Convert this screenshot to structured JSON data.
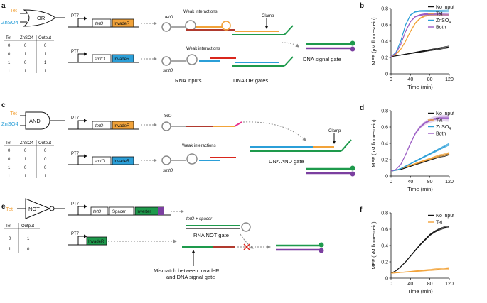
{
  "colors": {
    "orange": "#f2a33a",
    "blue": "#2b9fd8",
    "green": "#1e9a4c",
    "purple": "#7b3fa0",
    "pink": "#e8308a",
    "red": "#d9261c",
    "gray": "#8a8a8a",
    "black": "#111111"
  },
  "panels": {
    "a": {
      "letter": "a",
      "input1": "Tet",
      "input2": "ZnSO4",
      "gate": "OR",
      "promoter": "PT7",
      "operator1": "tetO",
      "operator2": "smtO",
      "part": "InvadeR",
      "rna_tetO": "tetO",
      "rna_smtO": "smtO",
      "weak1": "Weak interactions",
      "weak2": "Weak interactions",
      "clamp": "Clamp",
      "rna_inputs": "RNA inputs",
      "dna_or_gates": "DNA OR gates",
      "dna_signal_gate": "DNA signal gate",
      "truth_table": {
        "headers": [
          "Tet",
          "ZnSO4",
          "Output"
        ],
        "rows": [
          [
            "0",
            "0",
            "0"
          ],
          [
            "0",
            "1",
            "1"
          ],
          [
            "1",
            "0",
            "1"
          ],
          [
            "1",
            "1",
            "1"
          ]
        ]
      }
    },
    "c": {
      "letter": "c",
      "input1": "Tet",
      "input2": "ZnSO4",
      "gate": "AND",
      "promoter": "PT7",
      "operator1": "tetO",
      "operator2": "smtO",
      "part": "InvadeR",
      "rna_tetO": "tetO",
      "rna_smtO": "smtO",
      "weak": "Weak interactions",
      "clamp": "Clamp",
      "dna_and_gate": "DNA AND gate",
      "truth_table": {
        "headers": [
          "Tet",
          "ZnSO4",
          "Output"
        ],
        "rows": [
          [
            "0",
            "0",
            "0"
          ],
          [
            "0",
            "1",
            "0"
          ],
          [
            "1",
            "0",
            "0"
          ],
          [
            "1",
            "1",
            "1"
          ]
        ]
      }
    },
    "e": {
      "letter": "e",
      "input1": "Tet",
      "gate": "NOT",
      "promoter": "PT7",
      "operator1": "tetO",
      "spacer": "Spacer",
      "inverter": "Inverter",
      "part": "InvadeR",
      "rna_label": "tetO + spacer",
      "rna_not_gate": "RNA NOT gate",
      "mismatch_line1": "Mismatch between InvadeR",
      "mismatch_line2": "and DNA signal gate",
      "truth_table": {
        "headers": [
          "Tet",
          "Output"
        ],
        "rows": [
          [
            "0",
            "1"
          ],
          [
            "1",
            "0"
          ]
        ]
      }
    }
  },
  "chart_data": [
    {
      "panel": "b",
      "type": "line",
      "xlabel": "Time (min)",
      "ylabel": "MEF (μM fluorescein)",
      "xlim": [
        0,
        120
      ],
      "ylim": [
        0,
        0.8
      ],
      "xticks": [
        "0",
        "40",
        "80",
        "120"
      ],
      "yticks": [
        "0",
        "0.2",
        "0.4",
        "0.6",
        "0.8"
      ],
      "legend": [
        "No input",
        "Tet",
        "ZnSO4",
        "Both"
      ],
      "legend_position": "right",
      "series": [
        {
          "name": "No input",
          "color": "#111111",
          "x": [
            0,
            10,
            20,
            30,
            40,
            50,
            60,
            70,
            80,
            90,
            100,
            110,
            120
          ],
          "y": [
            0.21,
            0.22,
            0.23,
            0.24,
            0.25,
            0.26,
            0.27,
            0.28,
            0.29,
            0.3,
            0.31,
            0.32,
            0.33
          ]
        },
        {
          "name": "Tet",
          "color": "#f2a33a",
          "x": [
            0,
            10,
            20,
            30,
            40,
            50,
            60,
            70,
            80,
            90,
            100,
            110,
            120
          ],
          "y": [
            0.21,
            0.24,
            0.3,
            0.4,
            0.52,
            0.62,
            0.68,
            0.71,
            0.72,
            0.72,
            0.72,
            0.72,
            0.72
          ]
        },
        {
          "name": "ZnSO4",
          "color": "#2b9fd8",
          "x": [
            0,
            10,
            20,
            30,
            40,
            50,
            60,
            70,
            80,
            90,
            100,
            110,
            120
          ],
          "y": [
            0.21,
            0.26,
            0.4,
            0.6,
            0.72,
            0.76,
            0.77,
            0.77,
            0.77,
            0.77,
            0.77,
            0.77,
            0.77
          ]
        },
        {
          "name": "Both",
          "color": "#9b5cc4",
          "x": [
            0,
            10,
            20,
            30,
            40,
            50,
            60,
            70,
            80,
            90,
            100,
            110,
            120
          ],
          "y": [
            0.21,
            0.25,
            0.36,
            0.52,
            0.64,
            0.7,
            0.72,
            0.73,
            0.73,
            0.73,
            0.73,
            0.73,
            0.73
          ]
        }
      ]
    },
    {
      "panel": "d",
      "type": "line",
      "xlabel": "Time (min)",
      "ylabel": "MEF (μM fluorescein)",
      "xlim": [
        0,
        120
      ],
      "ylim": [
        0,
        0.8
      ],
      "xticks": [
        "0",
        "40",
        "80",
        "120"
      ],
      "yticks": [
        "0",
        "0.2",
        "0.4",
        "0.6",
        "0.8"
      ],
      "legend": [
        "No input",
        "Tet",
        "ZnSO4",
        "Both"
      ],
      "legend_position": "right",
      "series": [
        {
          "name": "No input",
          "color": "#111111",
          "x": [
            0,
            10,
            20,
            30,
            40,
            50,
            60,
            70,
            80,
            90,
            100,
            110,
            120
          ],
          "y": [
            0.06,
            0.07,
            0.08,
            0.1,
            0.12,
            0.14,
            0.16,
            0.18,
            0.2,
            0.22,
            0.24,
            0.25,
            0.27
          ]
        },
        {
          "name": "Tet",
          "color": "#f2a33a",
          "x": [
            0,
            10,
            20,
            30,
            40,
            50,
            60,
            70,
            80,
            90,
            100,
            110,
            120
          ],
          "y": [
            0.06,
            0.07,
            0.09,
            0.11,
            0.13,
            0.15,
            0.17,
            0.19,
            0.21,
            0.23,
            0.25,
            0.26,
            0.28
          ]
        },
        {
          "name": "ZnSO4",
          "color": "#2b9fd8",
          "x": [
            0,
            10,
            20,
            30,
            40,
            50,
            60,
            70,
            80,
            90,
            100,
            110,
            120
          ],
          "y": [
            0.06,
            0.07,
            0.09,
            0.12,
            0.15,
            0.18,
            0.21,
            0.24,
            0.27,
            0.3,
            0.33,
            0.36,
            0.39
          ]
        },
        {
          "name": "Both",
          "color": "#9b5cc4",
          "x": [
            0,
            10,
            20,
            30,
            40,
            50,
            60,
            70,
            80,
            90,
            100,
            110,
            120
          ],
          "y": [
            0.06,
            0.08,
            0.14,
            0.26,
            0.4,
            0.52,
            0.6,
            0.65,
            0.68,
            0.7,
            0.71,
            0.71,
            0.71
          ]
        }
      ]
    },
    {
      "panel": "f",
      "type": "line",
      "xlabel": "Time (min)",
      "ylabel": "MEF (μM fluorescein)",
      "xlim": [
        0,
        120
      ],
      "ylim": [
        0,
        0.8
      ],
      "xticks": [
        "0",
        "40",
        "80",
        "120"
      ],
      "yticks": [
        "0",
        "0.2",
        "0.4",
        "0.6",
        "0.8"
      ],
      "legend": [
        "No input",
        "Tet"
      ],
      "legend_position": "top-right",
      "series": [
        {
          "name": "No input",
          "color": "#111111",
          "x": [
            0,
            10,
            20,
            30,
            40,
            50,
            60,
            70,
            80,
            90,
            100,
            110,
            120
          ],
          "y": [
            0.06,
            0.09,
            0.14,
            0.2,
            0.27,
            0.34,
            0.41,
            0.47,
            0.53,
            0.57,
            0.6,
            0.62,
            0.63
          ]
        },
        {
          "name": "Tet",
          "color": "#f2a33a",
          "x": [
            0,
            10,
            20,
            30,
            40,
            50,
            60,
            70,
            80,
            90,
            100,
            110,
            120
          ],
          "y": [
            0.06,
            0.065,
            0.07,
            0.075,
            0.08,
            0.085,
            0.09,
            0.095,
            0.1,
            0.105,
            0.11,
            0.115,
            0.12
          ]
        }
      ]
    }
  ]
}
